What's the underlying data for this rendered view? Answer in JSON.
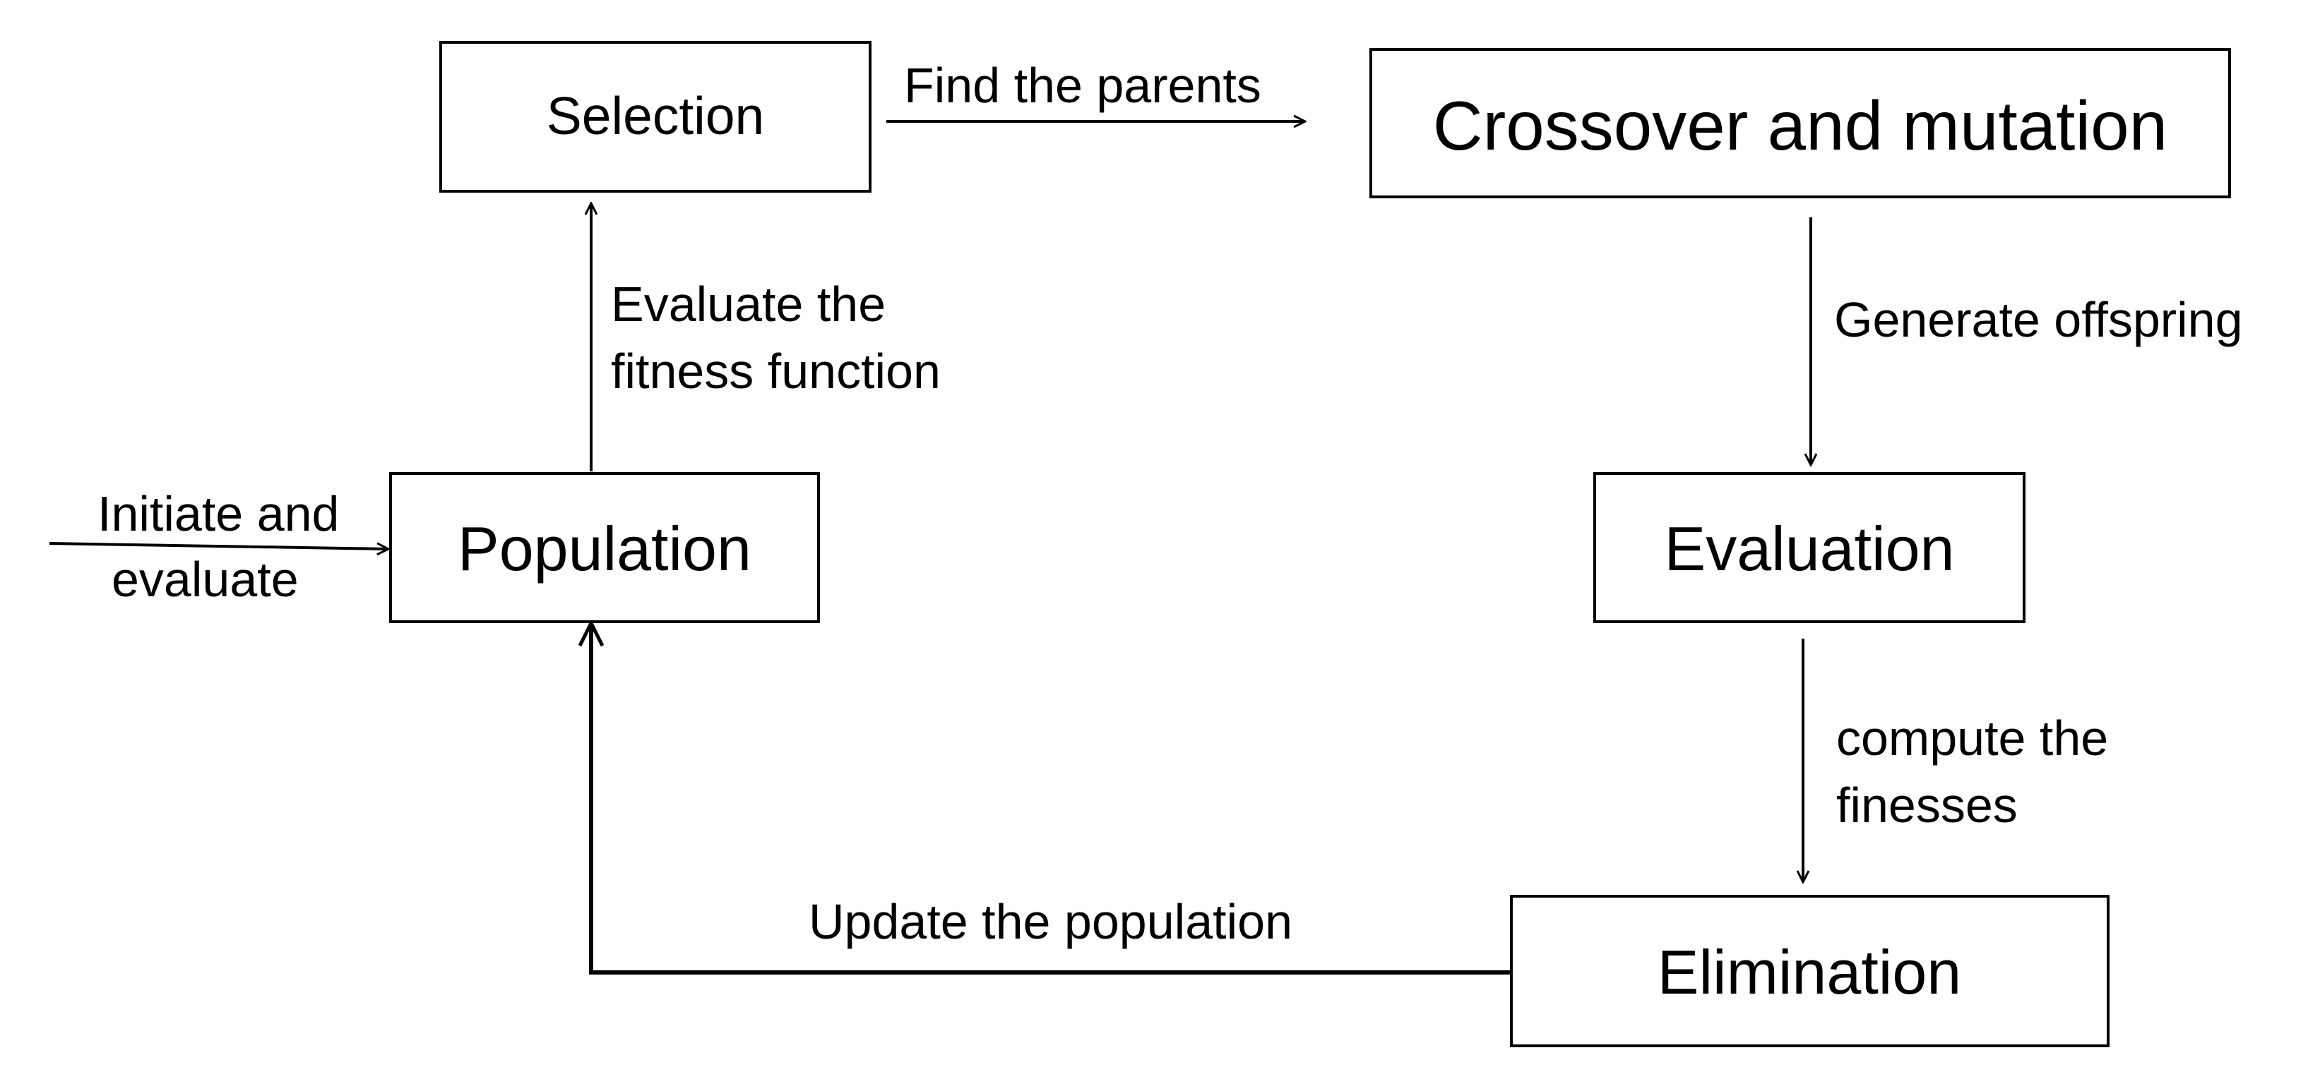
{
  "nodes": {
    "selection": {
      "label": "Selection"
    },
    "crossover": {
      "label": "Crossover and mutation"
    },
    "population": {
      "label": "Population"
    },
    "evaluation": {
      "label": "Evaluation"
    },
    "elimination": {
      "label": "Elimination"
    }
  },
  "edges": {
    "find_parents": {
      "label": "Find the parents"
    },
    "generate_offspring": {
      "label": "Generate offspring"
    },
    "compute_fitnesses": {
      "lines": [
        "compute the",
        "finesses"
      ]
    },
    "update_population": {
      "label": "Update the population"
    },
    "evaluate_fitness": {
      "lines": [
        "Evaluate the",
        "fitness function"
      ]
    },
    "initiate": {
      "lines": [
        "Initiate and",
        "evaluate"
      ]
    }
  }
}
